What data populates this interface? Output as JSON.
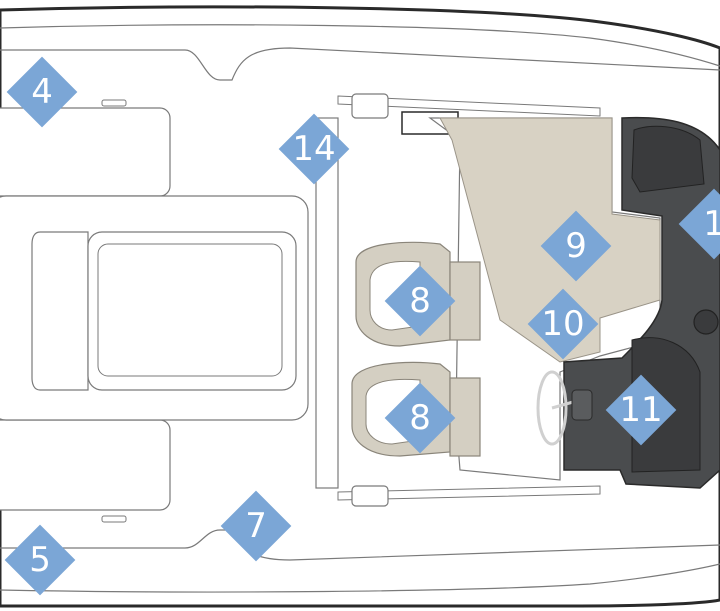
{
  "colors": {
    "hull_line": "#2a2a2a",
    "thin_line": "#7a7a7a",
    "deck": "#ffffff",
    "sunpad": "#d8d2c4",
    "seat": "#d4cfc2",
    "dashboard": "#4a4c4e",
    "dashboard_dark": "#3a3b3d",
    "callout": "#7ba6d6",
    "callout_text": "#ffffff"
  },
  "callouts": [
    {
      "id": "c4a",
      "label": "4"
    },
    {
      "id": "c14",
      "label": "14"
    },
    {
      "id": "c9",
      "label": "9"
    },
    {
      "id": "c8a",
      "label": "8"
    },
    {
      "id": "c10",
      "label": "10"
    },
    {
      "id": "c8b",
      "label": "8"
    },
    {
      "id": "c11",
      "label": "11"
    },
    {
      "id": "c7",
      "label": "7"
    },
    {
      "id": "c5",
      "label": "5"
    },
    {
      "id": "c1x",
      "label": "1"
    }
  ]
}
